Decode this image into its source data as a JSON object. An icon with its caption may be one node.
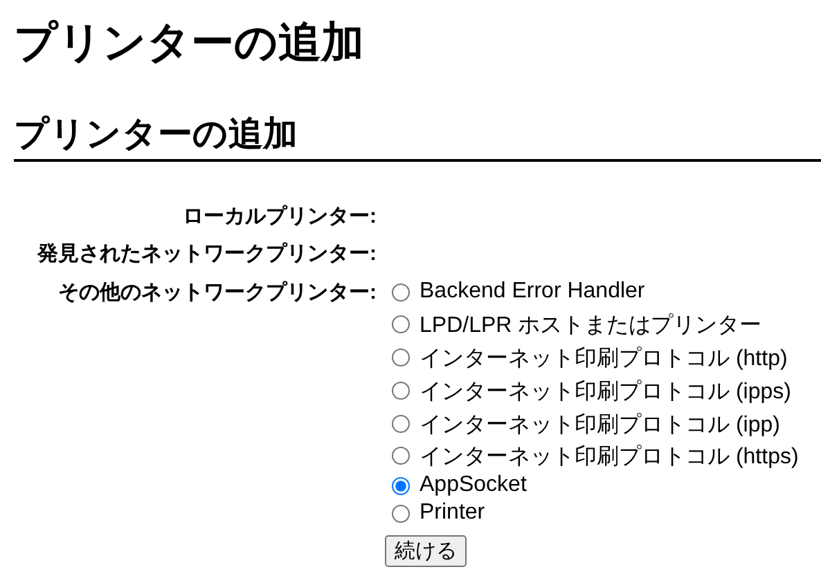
{
  "diagram": {
    "title": "プリンターの追加",
    "labels": [
      "プリンターの追加",
      "ローカルプリンター:",
      "発見されたネットワークプリンター:",
      "その他のネットワークプリンター:",
      "Backend Error Handler",
      "LPD/LPR ホストまたはプリンター",
      "インターネット印刷プロトコル (http)",
      "インターネット印刷プロトコル (ipps)",
      "インターネット印刷プロトコル (ipp)",
      "インターネット印刷プロトコル (https)",
      "AppSocket",
      "Printer",
      "続ける"
    ]
  }
}
